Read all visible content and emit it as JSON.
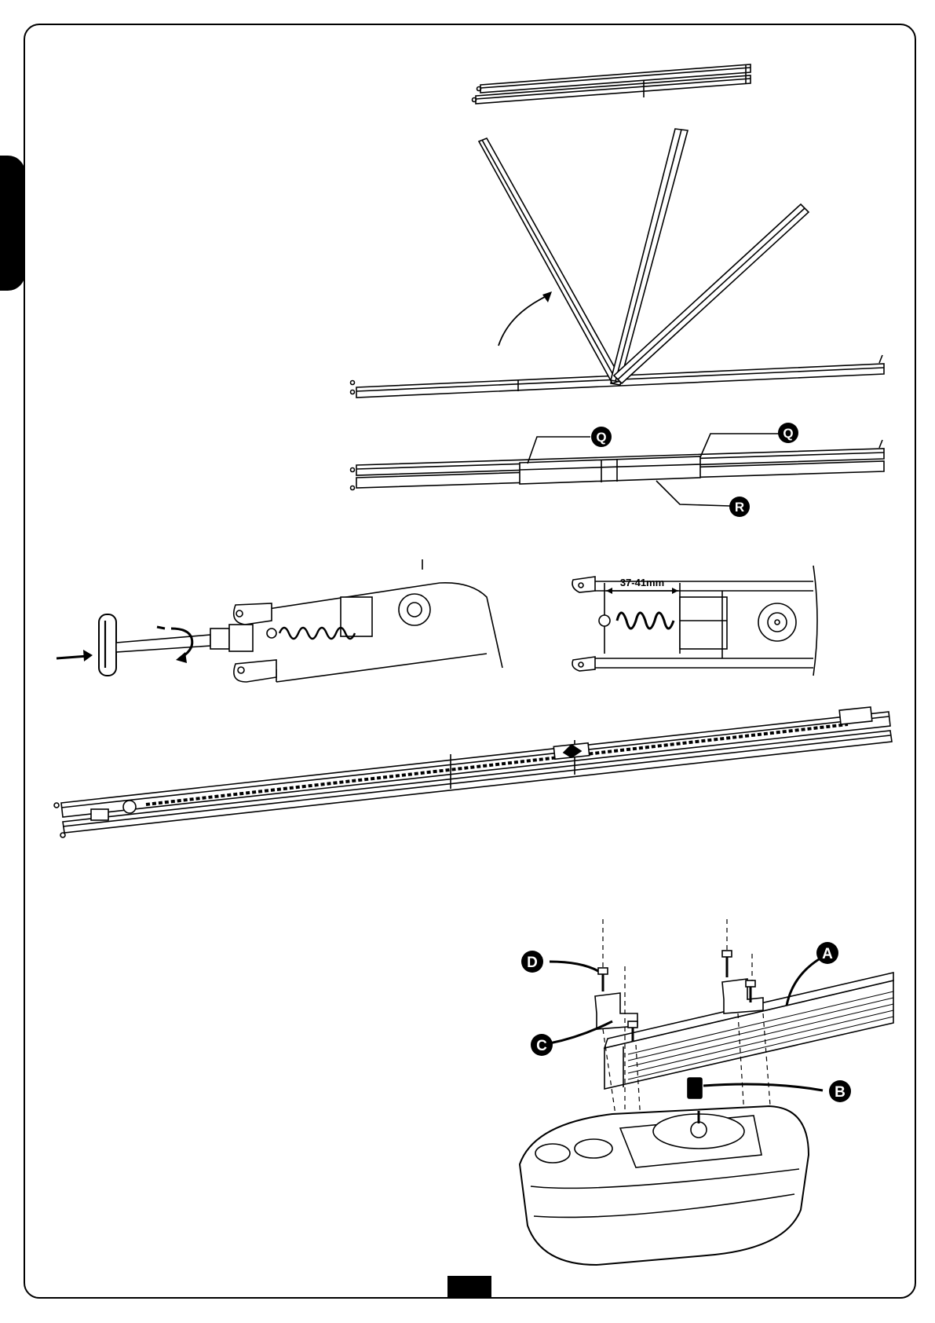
{
  "labels": {
    "q": "Q",
    "r": "R",
    "a": "A",
    "b": "B",
    "c": "C",
    "d": "D"
  },
  "dimension": "37-41mm",
  "colors": {
    "ink": "#000000",
    "paper": "#ffffff"
  }
}
